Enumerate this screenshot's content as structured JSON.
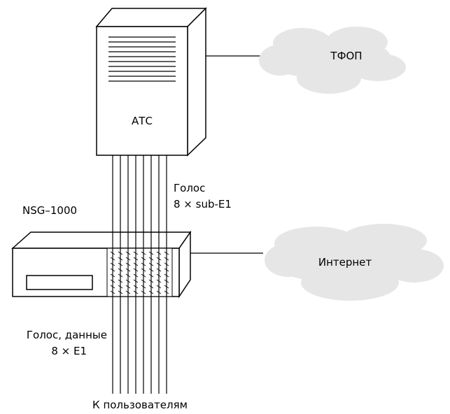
{
  "labels": {
    "ats": "АТС",
    "pstn": "ТФОП",
    "internet": "Интернет",
    "device": "NSG–1000",
    "voice_top_1": "Голос",
    "voice_top_2": "8 × sub-E1",
    "voice_data_1": "Голос, данные",
    "voice_data_2": "8 × E1",
    "users": "К пользователям"
  },
  "line_count": 8,
  "colors": {
    "stroke": "#000000",
    "cloud_fill": "#e6e6e6",
    "box_fill": "#ffffff"
  }
}
